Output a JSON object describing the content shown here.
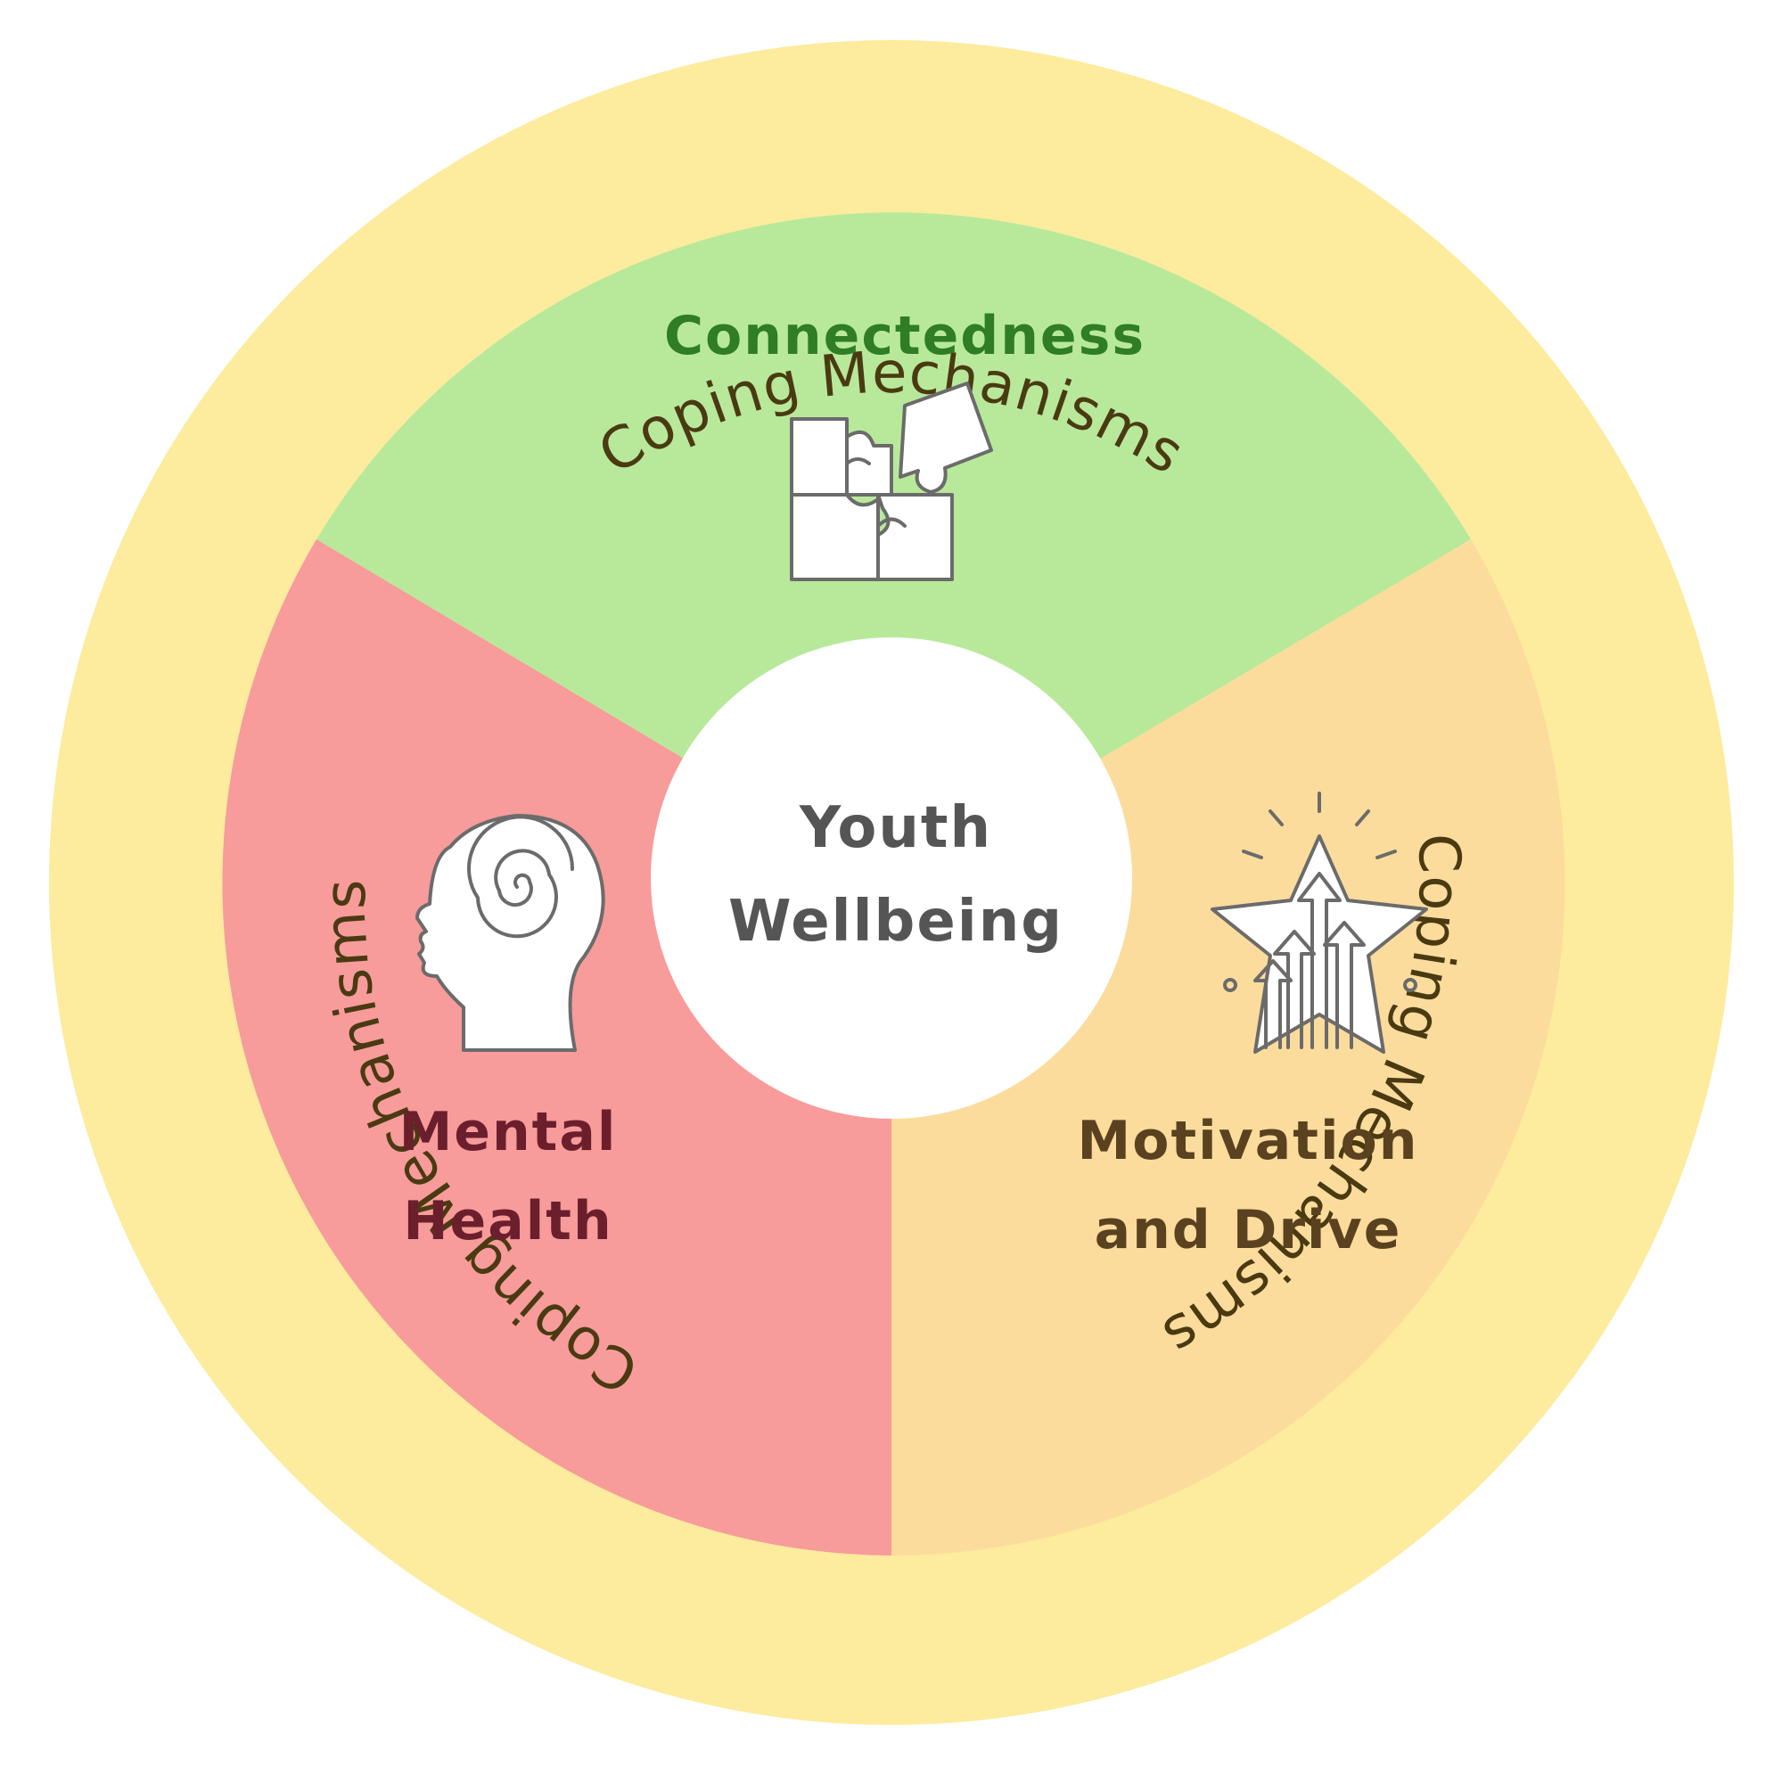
{
  "center": {
    "line1": "Youth",
    "line2": "Wellbeing"
  },
  "outer_ring": {
    "label_top": "Coping Mechanisms",
    "label_left": "Coping Mechanisms",
    "label_right": "Coping Mechanisms"
  },
  "segments": [
    {
      "id": "connectedness",
      "title": "Connectedness",
      "icon": "puzzle-pieces-icon"
    },
    {
      "id": "mental-health",
      "title_line1": "Mental",
      "title_line2": "Health",
      "icon": "head-spiral-icon"
    },
    {
      "id": "motivation",
      "title_line1": "Motivation",
      "title_line2": "and Drive",
      "icon": "star-arrows-icon"
    }
  ],
  "colors": {
    "outer_ring": "#fdeb9e",
    "connectedness": "#b8e99a",
    "mental_health": "#f79b9b",
    "motivation": "#fcdc9c",
    "center": "#ffffff",
    "connectedness_text": "#2f7d24",
    "mental_health_text": "#6b1f2c",
    "motivation_text": "#5a4220",
    "ring_text": "#4a3a12"
  }
}
